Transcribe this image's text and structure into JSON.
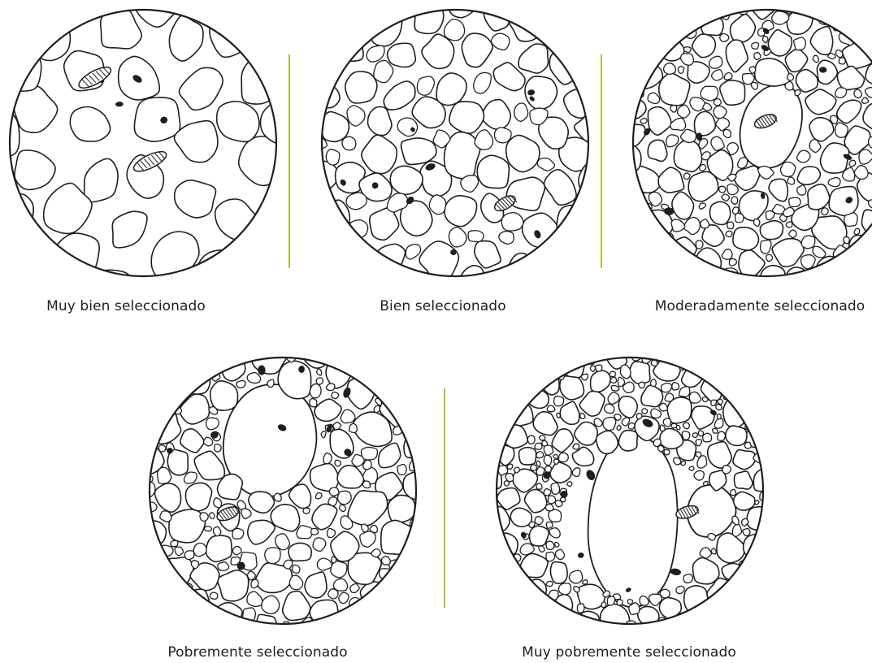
{
  "accent_color": "#a8c23a",
  "line_color": "#1e1e1e",
  "panels": [
    {
      "label": "Muy bien seleccionado"
    },
    {
      "label": "Bien seleccionado"
    },
    {
      "label": "Moderadamente seleccionado"
    },
    {
      "label": "Pobremente seleccionado"
    },
    {
      "label": "Muy pobremente seleccionado"
    }
  ]
}
